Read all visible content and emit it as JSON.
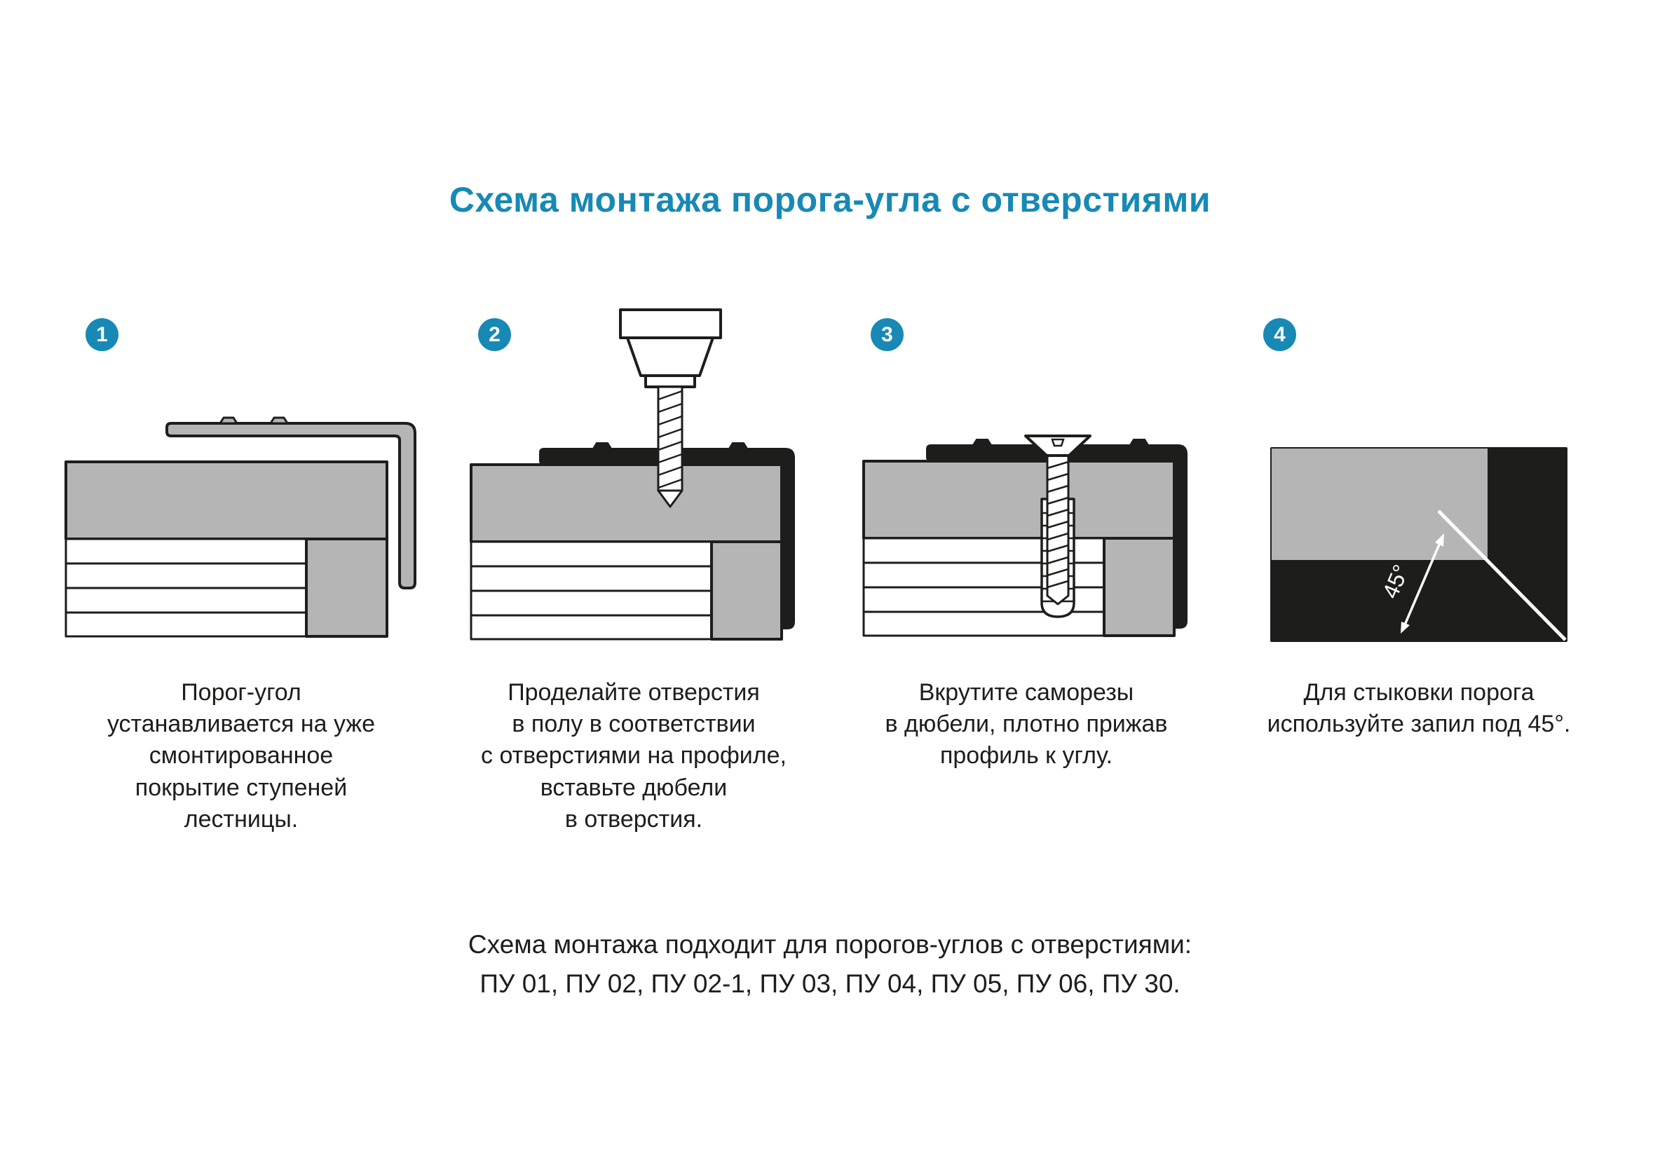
{
  "title": "Схема монтажа порога-угла с отверстиями",
  "colors": {
    "accent": "#1789b4",
    "profile_gray": "#b5b5b5",
    "outline_dark": "#1d1d1b",
    "background": "#ffffff"
  },
  "steps": [
    {
      "number": "1",
      "caption": "Порог-угол\nустанавливается на уже\nсмонтированное\nпокрытие ступеней\nлестницы."
    },
    {
      "number": "2",
      "caption": "Проделайте отверстия\nв полу в соответствии\nс отверстиями на профиле,\nвставьте дюбели\nв отверстия."
    },
    {
      "number": "3",
      "caption": "Вкрутите саморезы\nв дюбели, плотно прижав\nпрофиль к углу."
    },
    {
      "number": "4",
      "caption": "Для стыковки порога\nиспользуйте запил под 45°.",
      "angle_label": "45°"
    }
  ],
  "footer": {
    "line1": "Схема монтажа подходит для порогов-углов с отверстиями:",
    "line2": "ПУ 01, ПУ 02, ПУ 02-1, ПУ 03, ПУ 04, ПУ 05, ПУ 06, ПУ 30."
  }
}
